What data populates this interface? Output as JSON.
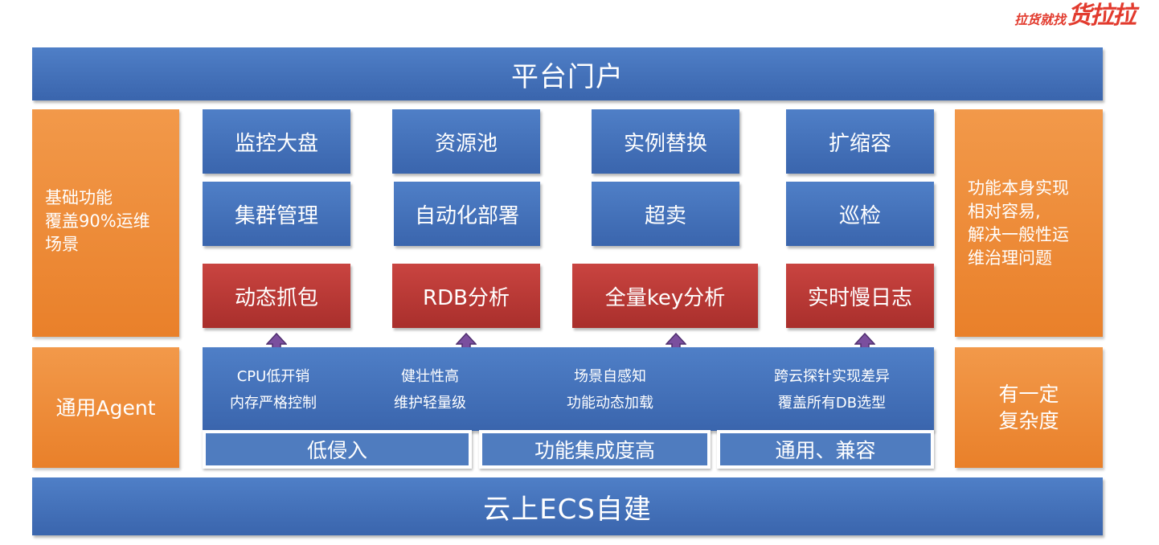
{
  "logo": {
    "slogan": "拉货就找",
    "brand": "货拉拉"
  },
  "portal": {
    "label": "平台门户"
  },
  "base": {
    "label": "云上ECS自建"
  },
  "left_panels": {
    "basic": {
      "lines": [
        "基础功能",
        "覆盖90%运维",
        "场景"
      ]
    },
    "agent": {
      "label": "通用Agent"
    }
  },
  "right_panels": {
    "easy": {
      "lines": [
        "功能本身实现",
        "相对容易,",
        "解决一般性运",
        "维治理问题"
      ]
    },
    "complex": {
      "lines": [
        "有一定",
        "复杂度"
      ]
    }
  },
  "modules": {
    "row1": [
      "监控大盘",
      "资源池",
      "实例替换",
      "扩缩容"
    ],
    "row2": [
      "集群管理",
      "自动化部署",
      "超卖",
      "巡检"
    ],
    "row3": [
      "动态抓包",
      "RDB分析",
      "全量key分析",
      "实时慢日志"
    ]
  },
  "agent": {
    "items": [
      [
        "CPU低开销",
        "内存严格控制"
      ],
      [
        "健壮性高",
        "维护轻量级"
      ],
      [
        "场景自感知",
        "功能动态加载"
      ],
      [
        "跨云探针实现差异",
        "覆盖所有DB选型"
      ]
    ],
    "features": [
      "低侵入",
      "功能集成度高",
      "通用、兼容"
    ]
  },
  "colors": {
    "blue": "#4472C4",
    "red": "#C0392B",
    "orange": "#ED8A35",
    "arrow": "#7B4F9E"
  }
}
